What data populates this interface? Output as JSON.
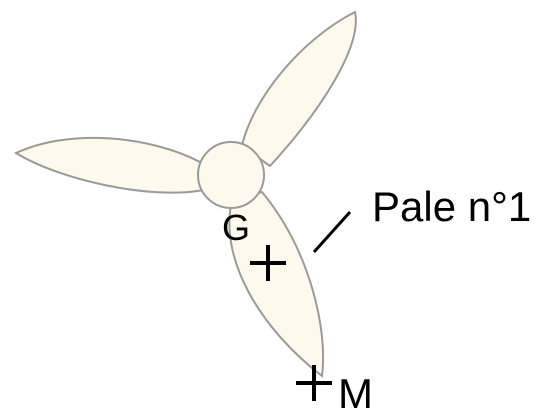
{
  "labels": {
    "blade": "Pale n°1",
    "point_g": "G",
    "point_m": "M"
  },
  "colors": {
    "blade_fill": "#fdf9ec",
    "blade_stroke": "#9a9a9a",
    "ink": "#000000"
  }
}
